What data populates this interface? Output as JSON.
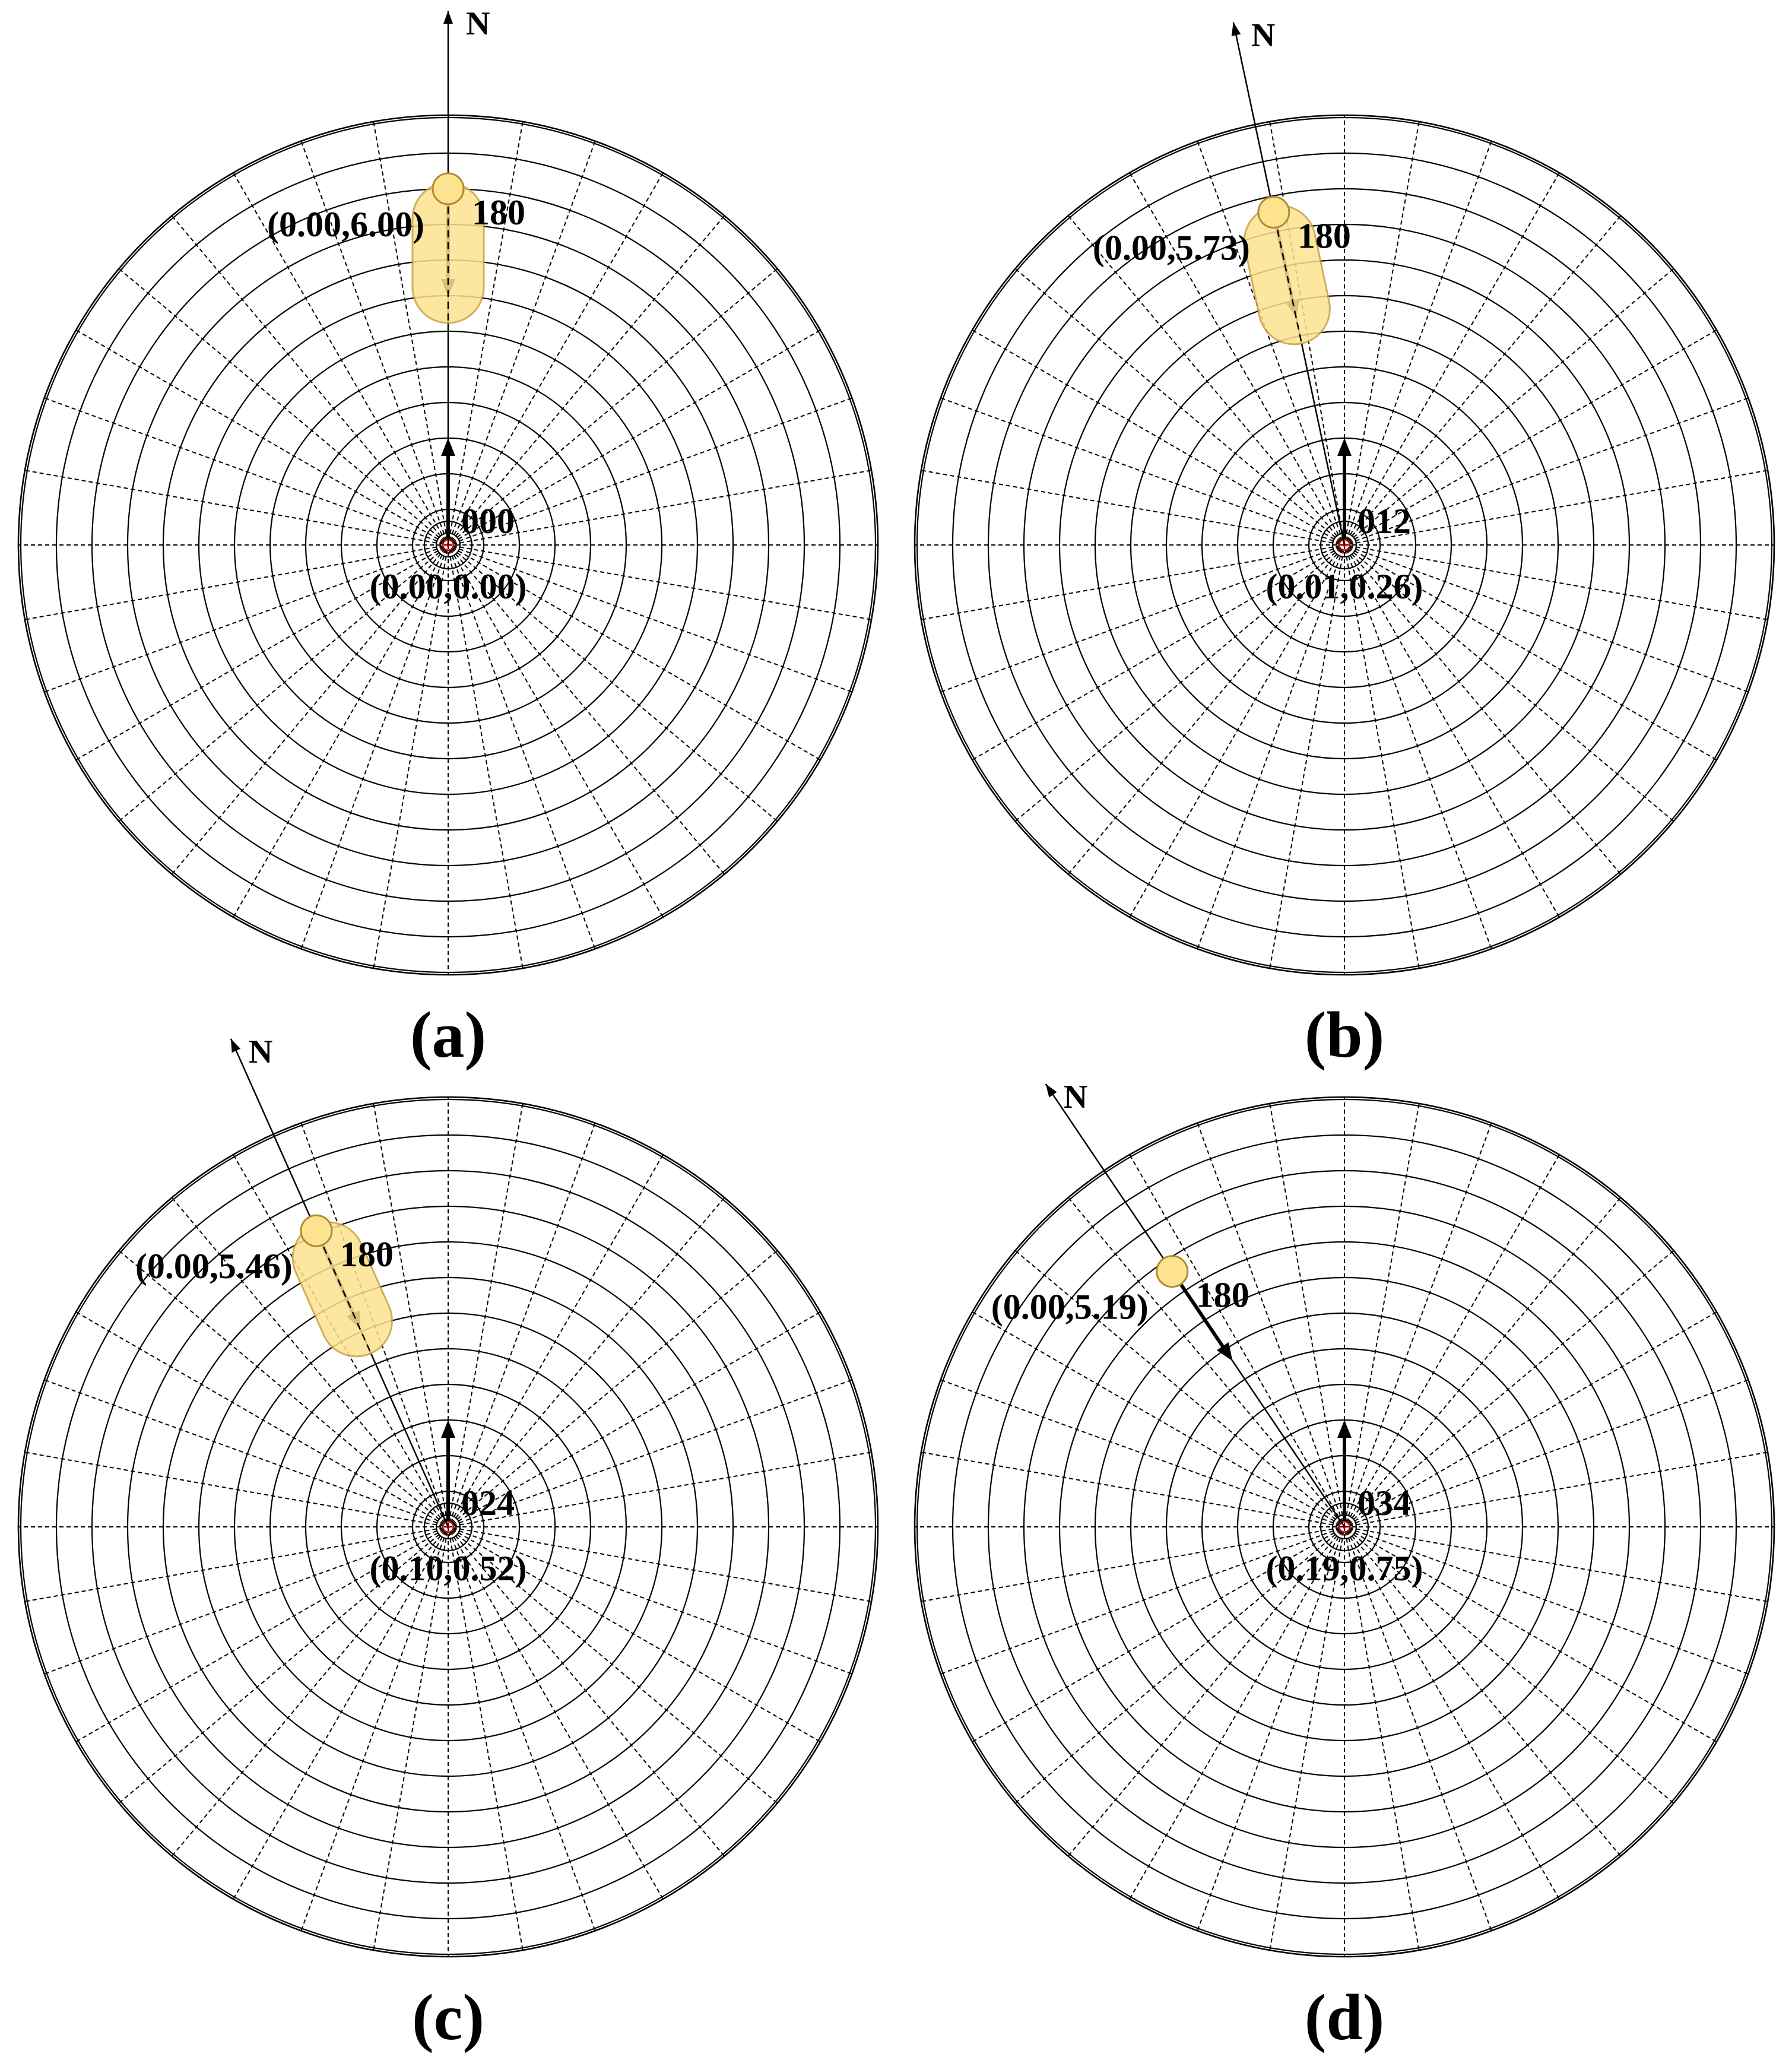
{
  "colors": {
    "background": "#ffffff",
    "grid": "#000000",
    "ship_fill": "#fde28f",
    "ship_stroke": "#c8a040",
    "own_ship_marker": "#cc0000"
  },
  "panels": [
    {
      "caption": "(a)",
      "north_label": "N",
      "north_rotation_deg": 0,
      "target_position_label": "(0.00,6.00)",
      "target_heading_label": "180",
      "own_heading_label": "000",
      "own_position_label": "(0.00,0.00)",
      "target_distance_rings": 10.0,
      "ship_visible": true
    },
    {
      "caption": "(b)",
      "north_label": "N",
      "north_rotation_deg": -12,
      "target_position_label": "(0.00,5.73)",
      "target_heading_label": "180",
      "own_heading_label": "012",
      "own_position_label": "(0.01,0.26)",
      "target_distance_rings": 9.55,
      "ship_visible": true
    },
    {
      "caption": "(c)",
      "north_label": "N",
      "north_rotation_deg": -24,
      "target_position_label": "(0.00,5.46)",
      "target_heading_label": "180",
      "own_heading_label": "024",
      "own_position_label": "(0.10,0.52)",
      "target_distance_rings": 9.1,
      "ship_visible": true
    },
    {
      "caption": "(d)",
      "north_label": "N",
      "north_rotation_deg": -34,
      "target_position_label": "(0.00,5.19)",
      "target_heading_label": "180",
      "own_heading_label": "034",
      "own_position_label": "(0.19,0.75)",
      "target_distance_rings": 8.65,
      "ship_visible": false
    }
  ]
}
